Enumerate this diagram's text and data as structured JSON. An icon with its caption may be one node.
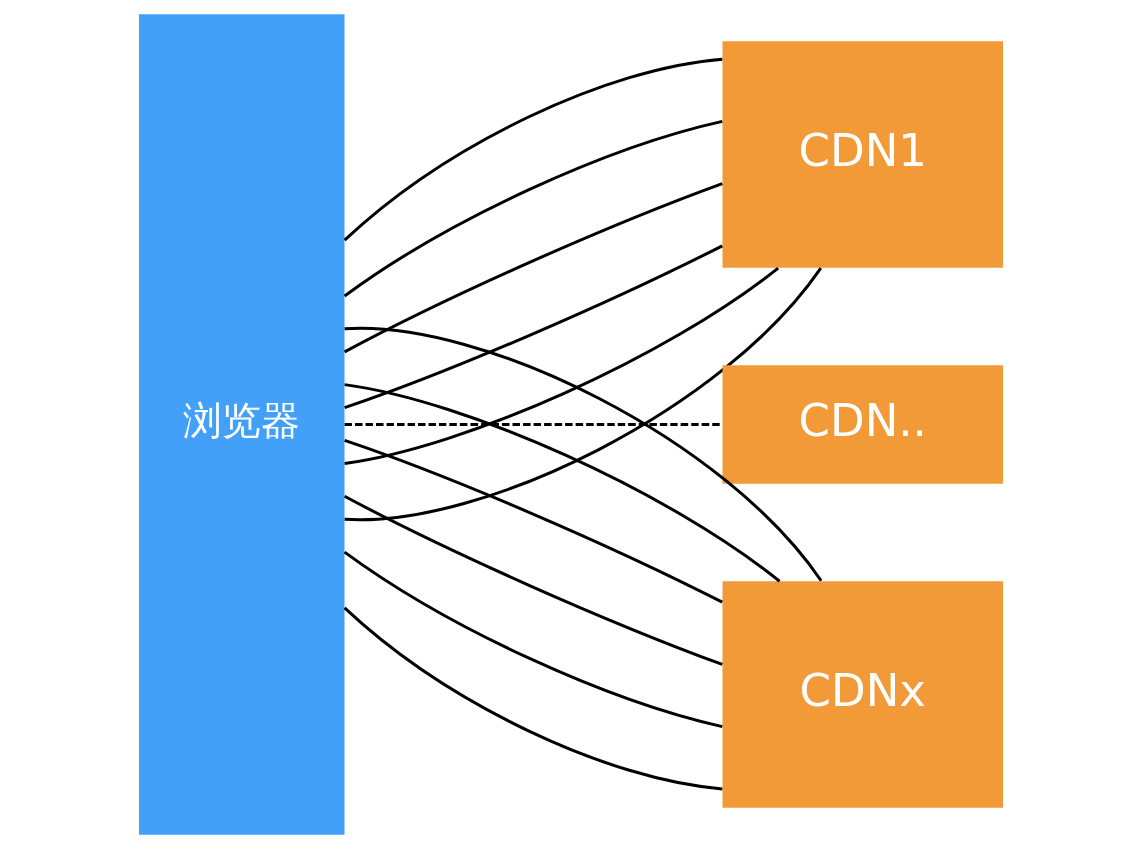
{
  "diagram": {
    "nodes": [
      {
        "text": [
          "浏览器"
        ]
      },
      {
        "text": [
          "CDN1"
        ]
      },
      {
        "text": [
          "CDN.."
        ]
      },
      {
        "text": [
          "CDNx"
        ]
      }
    ],
    "edges": [
      {
        "from": 0,
        "to": 1,
        "arrow": "none"
      },
      {
        "from": 0,
        "to": 1,
        "arrow": "none"
      },
      {
        "from": 0,
        "to": 1,
        "arrow": "none"
      },
      {
        "from": 0,
        "to": 1,
        "arrow": "none"
      },
      {
        "from": 0,
        "to": 1,
        "arrow": "none"
      },
      {
        "from": 0,
        "to": 1,
        "arrow": "none"
      },
      {
        "from": 0,
        "to": 2,
        "arrow": "none",
        "style": "dashed"
      },
      {
        "from": 0,
        "to": 3,
        "arrow": "none"
      },
      {
        "from": 0,
        "to": 3,
        "arrow": "none"
      },
      {
        "from": 0,
        "to": 3,
        "arrow": "none"
      },
      {
        "from": 0,
        "to": 3,
        "arrow": "none"
      },
      {
        "from": 0,
        "to": 3,
        "arrow": "none"
      },
      {
        "from": 0,
        "to": 3,
        "arrow": "none"
      }
    ]
  }
}
